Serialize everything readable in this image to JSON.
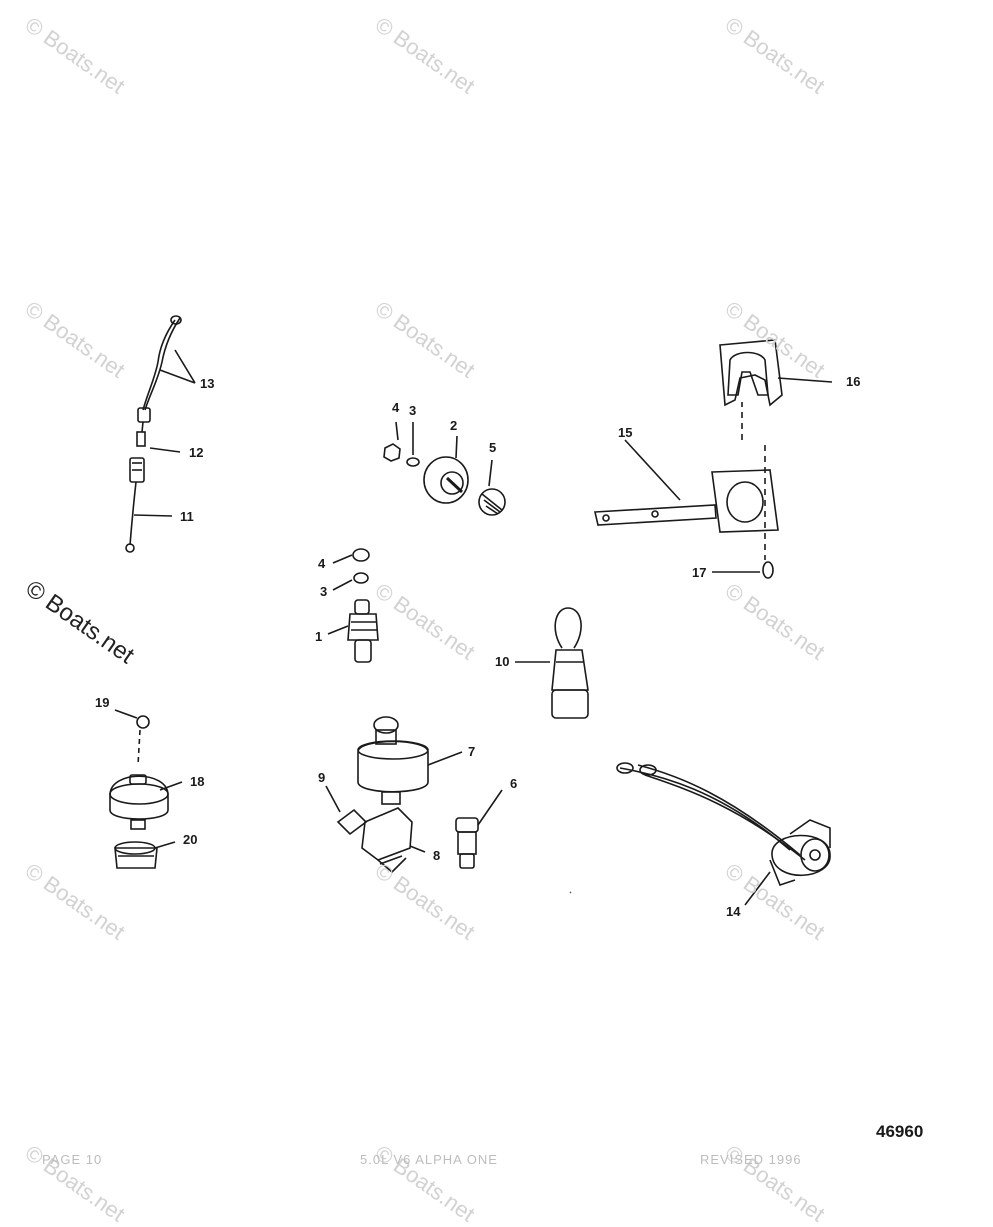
{
  "watermark": {
    "text": "© Boats.net"
  },
  "figure_number": "46960",
  "callouts": [
    "1",
    "2",
    "3",
    "3",
    "4",
    "4",
    "5",
    "6",
    "7",
    "8",
    "9",
    "10",
    "11",
    "12",
    "13",
    "14",
    "15",
    "16",
    "17",
    "18",
    "19",
    "20"
  ],
  "footer": {
    "left": "PAGE 10",
    "center": "5.0L V6 ALPHA ONE",
    "right": "REVISED 1996"
  }
}
